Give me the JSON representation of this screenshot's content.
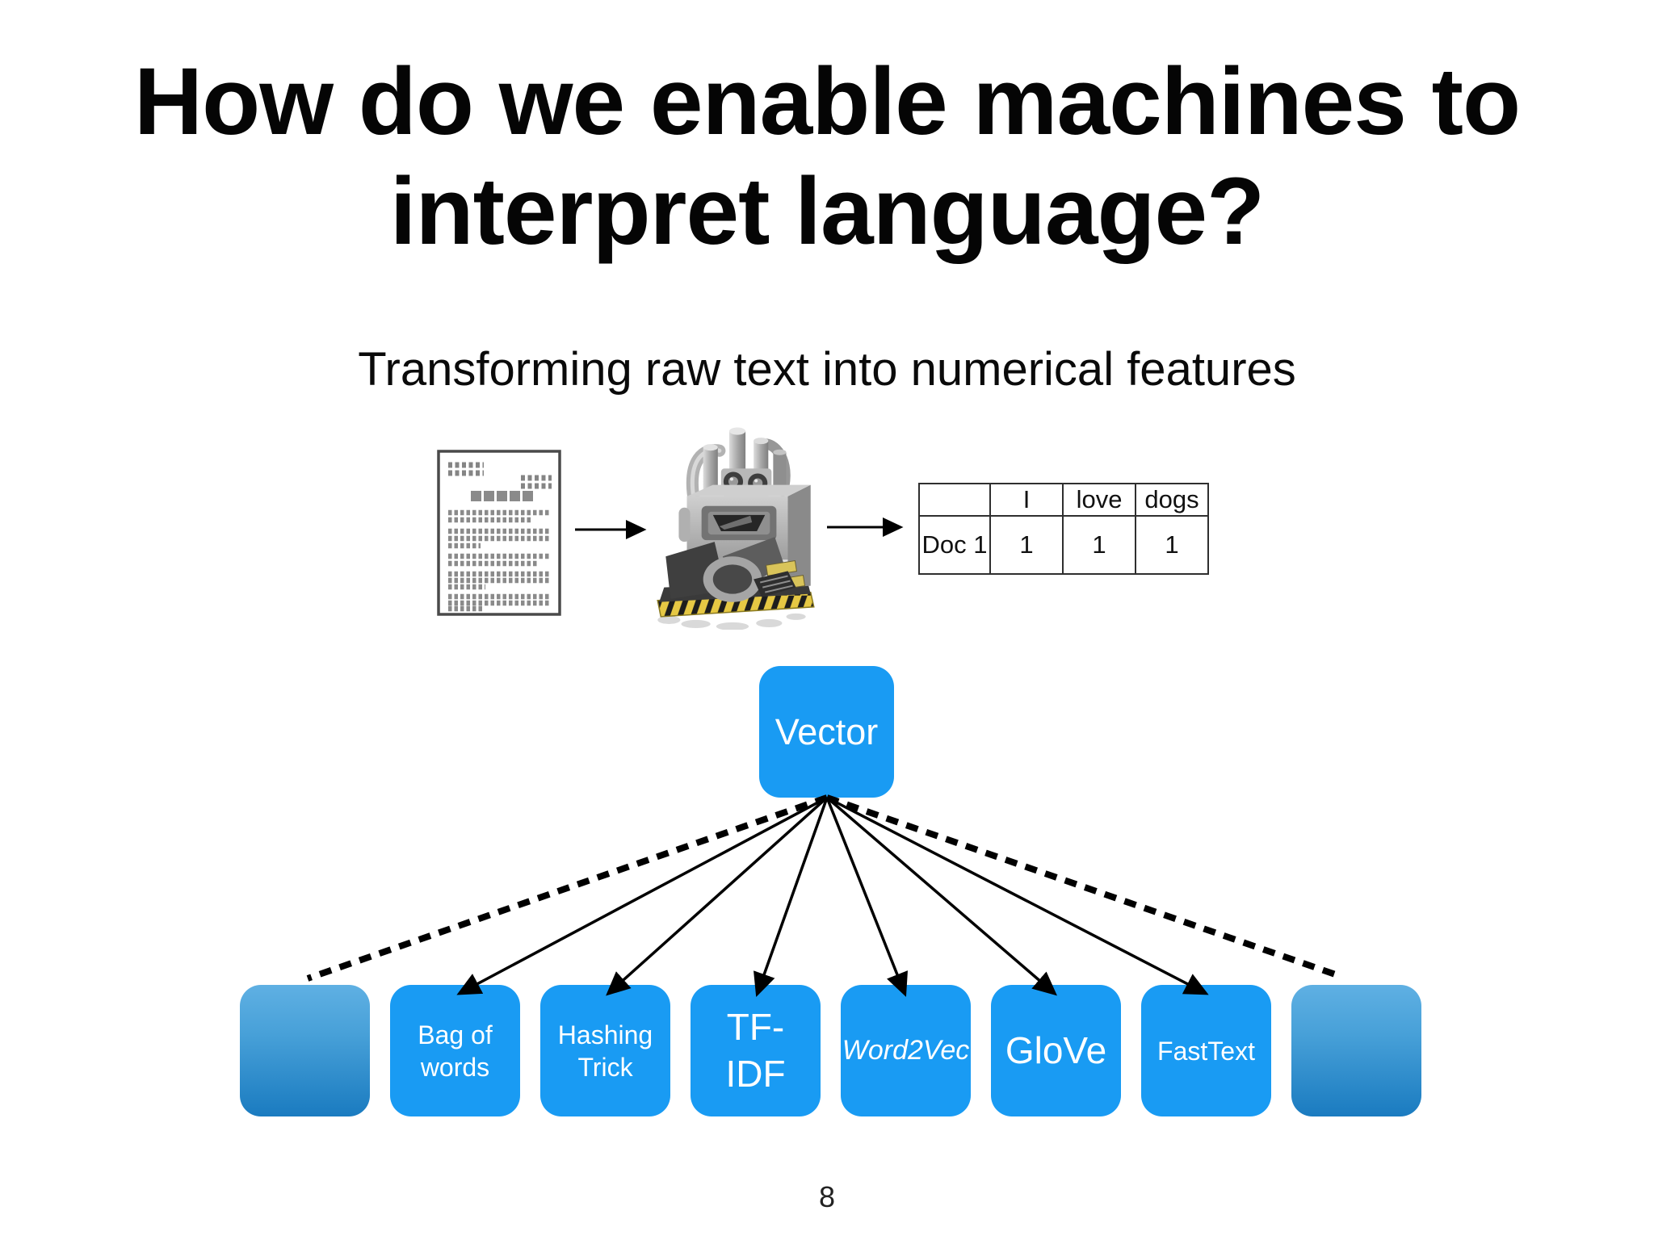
{
  "slide": {
    "title_lines": [
      "How do we enable machines to",
      "interpret language?"
    ],
    "subtitle": "Transforming raw text into numerical features",
    "page_number": "8"
  },
  "pipeline": {
    "document_icon": "text-document",
    "machine_icon": "processing-factory-machine",
    "table": {
      "headers": [
        "",
        "I",
        "love",
        "dogs"
      ],
      "rows": [
        [
          "Doc 1",
          "1",
          "1",
          "1"
        ]
      ]
    }
  },
  "hierarchy": {
    "root_label": "Vector",
    "children": [
      {
        "label": "",
        "style": "placeholder",
        "arrow": "dashed"
      },
      {
        "label": "Bag of words",
        "style": "normal",
        "arrow": "solid"
      },
      {
        "label": "Hashing Trick",
        "style": "normal",
        "arrow": "solid"
      },
      {
        "label": "TF-IDF",
        "style": "large",
        "arrow": "solid"
      },
      {
        "label": "Word2Vec",
        "style": "italic",
        "arrow": "solid"
      },
      {
        "label": "GloVe",
        "style": "large",
        "arrow": "solid"
      },
      {
        "label": "FastText",
        "style": "normal",
        "arrow": "solid"
      },
      {
        "label": "",
        "style": "placeholder",
        "arrow": "dashed"
      }
    ]
  },
  "colors": {
    "accent_blue": "#199bf3",
    "placeholder_gradient_top": "#5fb0e3",
    "placeholder_gradient_bottom": "#1a7bc0",
    "text": "#050505",
    "background": "#ffffff"
  }
}
